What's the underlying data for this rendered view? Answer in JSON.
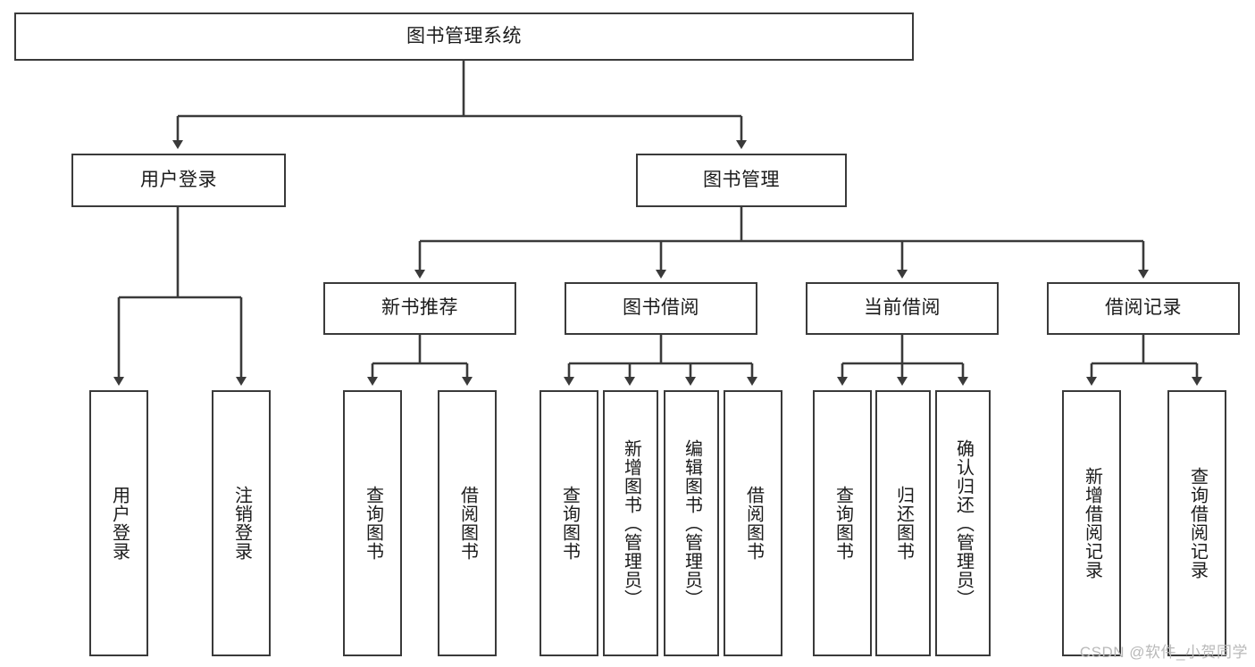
{
  "diagram": {
    "title": "图书管理系统",
    "type": "hierarchy-tree",
    "stroke_color": "#3a3a3a",
    "fill_color": "#ffffff",
    "text_color": "#1b1b1b"
  },
  "root": {
    "label": "图书管理系统"
  },
  "level1": [
    {
      "label": "用户登录"
    },
    {
      "label": "图书管理"
    }
  ],
  "level2": [
    {
      "label": "新书推荐"
    },
    {
      "label": "图书借阅"
    },
    {
      "label": "当前借阅"
    },
    {
      "label": "借阅记录"
    }
  ],
  "leaves": {
    "user_login": [
      {
        "label": "用户登录"
      },
      {
        "label": "注销登录"
      }
    ],
    "new_book_recommend": [
      {
        "label": "查询图书"
      },
      {
        "label": "借阅图书"
      }
    ],
    "book_borrow": [
      {
        "label": "查询图书"
      },
      {
        "label": "新增图书（管理员）"
      },
      {
        "label": "编辑图书（管理员）"
      },
      {
        "label": "借阅图书"
      }
    ],
    "current_borrow": [
      {
        "label": "查询图书"
      },
      {
        "label": "归还图书"
      },
      {
        "label": "确认归还（管理员）"
      }
    ],
    "borrow_record": [
      {
        "label": "新增借阅记录"
      },
      {
        "label": "查询借阅记录"
      }
    ]
  },
  "watermark": {
    "text": "CSDN @软件_小贺同学"
  }
}
